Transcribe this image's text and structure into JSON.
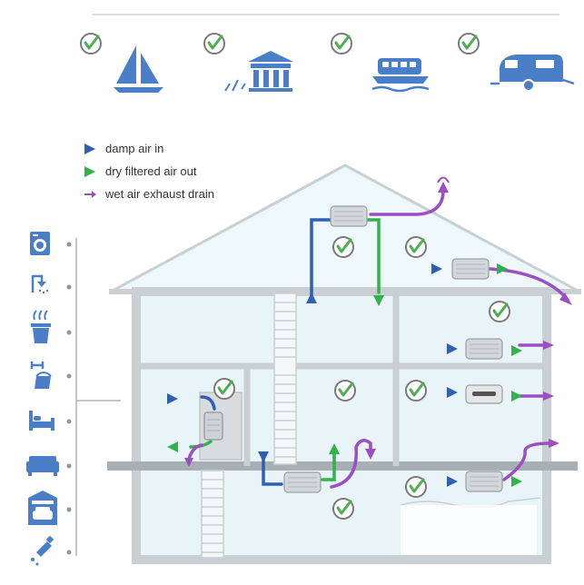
{
  "legend": {
    "items": [
      {
        "label": "damp air in",
        "color": "#2f5fb3",
        "icon": "triangle-right-icon"
      },
      {
        "label": "dry filtered air out",
        "color": "#2fb34a",
        "icon": "triangle-right-icon"
      },
      {
        "label": "wet air exhaust drain",
        "color": "#9b4fc0",
        "icon": "arrow-right-icon"
      }
    ]
  },
  "colors": {
    "damp": "#2f5fb3",
    "dry": "#2fb34a",
    "exhaust": "#9b4fc0",
    "wall": "#c9cfd3",
    "room": "#e8f4f8",
    "icon": "#4a7fc8",
    "check": "#4caf50"
  },
  "top_icons": [
    "sailboat-icon",
    "lighthouse-building-icon",
    "boat-icon",
    "caravan-icon"
  ],
  "side_icons": [
    "washing-machine-icon",
    "shower-icon",
    "cooking-pot-icon",
    "tap-bucket-icon",
    "bed-icon",
    "sofa-icon",
    "garage-car-icon",
    "spray-bottle-icon"
  ]
}
